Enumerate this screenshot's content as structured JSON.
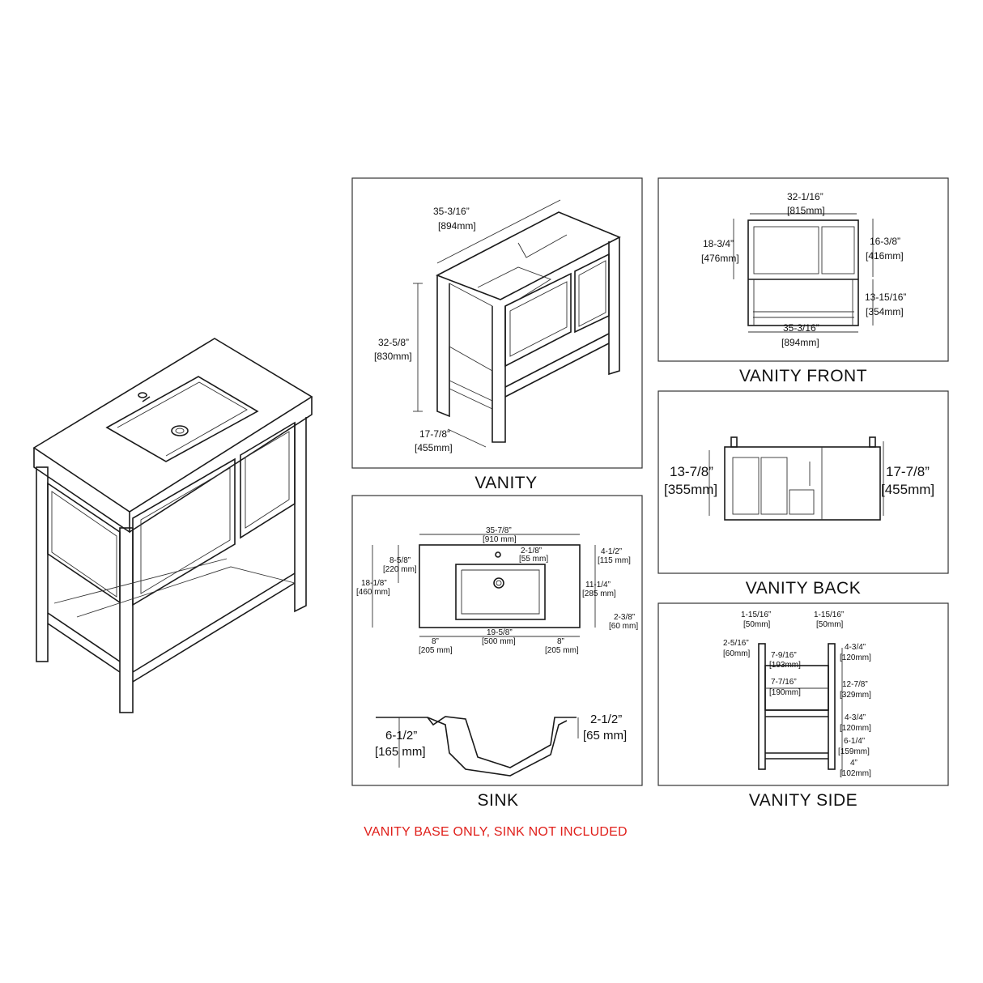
{
  "colors": {
    "line": "#1a1a1a",
    "note": "#e0201b",
    "background": "#ffffff"
  },
  "panels": {
    "vanity": {
      "caption": "VANITY",
      "width": [
        "35-3/16”",
        "[894mm]"
      ],
      "height": [
        "32-5/8”",
        "[830mm]"
      ],
      "depth": [
        "17-7/8”",
        "[455mm]"
      ]
    },
    "front": {
      "caption": "VANITY FRONT",
      "top": [
        "32-1/16”",
        "[815mm]"
      ],
      "left": [
        "18-3/4”",
        "[476mm]"
      ],
      "right1": [
        "16-3/8”",
        "[416mm]"
      ],
      "right2": [
        "13-15/16”",
        "[354mm]"
      ],
      "bottom": [
        "35-3/16”",
        "[894mm]"
      ]
    },
    "back": {
      "caption": "VANITY BACK",
      "left": [
        "13-7/8”",
        "[355mm]"
      ],
      "right": [
        "17-7/8”",
        "[455mm]"
      ]
    },
    "sink": {
      "caption": "SINK",
      "top": [
        "35-7/8”",
        "[910 mm]"
      ],
      "tap": [
        "2-1/8”",
        "[55 mm]"
      ],
      "r1": [
        "4-1/2”",
        "[115 mm]"
      ],
      "l1": [
        "8-5/8”",
        "[220 mm]"
      ],
      "l2": [
        "18-1/8”",
        "[460 mm]"
      ],
      "r2": [
        "11-1/4”",
        "[285 mm]"
      ],
      "r3": [
        "2-3/8”",
        "[60 mm]"
      ],
      "b1": [
        "8”",
        "[205 mm]"
      ],
      "b2": [
        "19-5/8”",
        "[500 mm]"
      ],
      "b3": [
        "8”",
        "[205 mm]"
      ],
      "depth": [
        "6-1/2”",
        "[165 mm]"
      ],
      "rim": [
        "2-1/2”",
        "[65 mm]"
      ]
    },
    "side": {
      "caption": "VANITY SIDE",
      "tl": [
        "1-15/16”",
        "[50mm]"
      ],
      "tr": [
        "1-15/16”",
        "[50mm]"
      ],
      "l1": [
        "2-5/16”",
        "[60mm]"
      ],
      "i1": [
        "7-9/16”",
        "[193mm]"
      ],
      "i2": [
        "7-7/16”",
        "[190mm]"
      ],
      "r1": [
        "4-3/4”",
        "[120mm]"
      ],
      "r2": [
        "12-7/8”",
        "[329mm]"
      ],
      "r3": [
        "4-3/4”",
        "[120mm]"
      ],
      "r4": [
        "6-1/4”",
        "[159mm]"
      ],
      "r5": [
        "4”",
        "[102mm]"
      ]
    }
  },
  "note": "VANITY BASE ONLY, SINK NOT INCLUDED"
}
